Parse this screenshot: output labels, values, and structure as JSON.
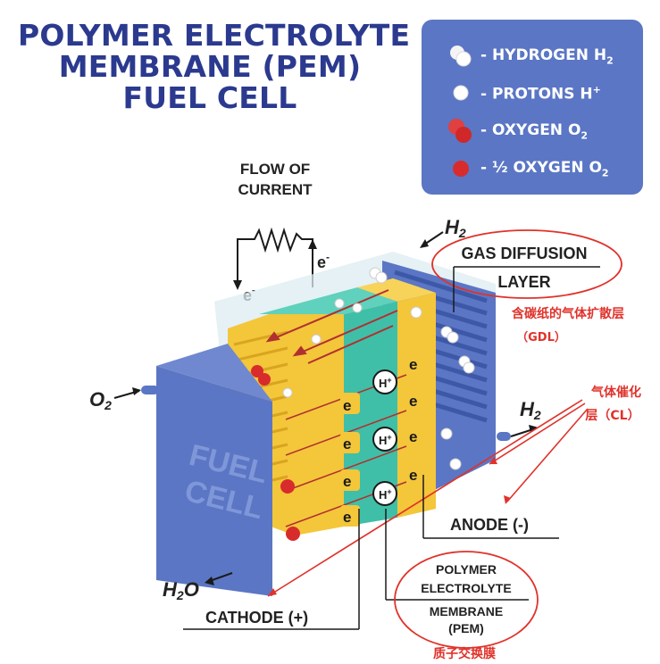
{
  "title": {
    "line1": "POLYMER ELECTROLYTE",
    "line2": "MEMBRANE (PEM)",
    "line3": "FUEL CELL"
  },
  "legend": {
    "hydrogen": "- HYDROGEN H",
    "hydrogen_sub": "2",
    "protons": "- PROTONS H",
    "protons_sup": "+",
    "oxygen": "- OXYGEN O",
    "oxygen_sub": "2",
    "half_oxygen": "- ½ OXYGEN O",
    "half_oxygen_sub": "2"
  },
  "labels": {
    "flow_line1": "FLOW OF",
    "flow_line2": "CURRENT",
    "electron": "e",
    "electron_sup": "-",
    "h2": "H",
    "h2_sub": "2",
    "o2": "O",
    "o2_sub": "2",
    "h2o_h": "H",
    "h2o_sub": "2",
    "h2o_o": "O",
    "gdl_line1": "GAS DIFFUSION",
    "gdl_line2": "LAYER",
    "gdl_cn": "含碳纸的气体扩散层",
    "gdl_cn2": "（GDL）",
    "cl_cn1": "气体催化",
    "cl_cn2": "层（CL）",
    "anode": "ANODE (-)",
    "cathode": "CATHODE (+)",
    "pem_line1": "POLYMER",
    "pem_line2": "ELECTROLYTE",
    "pem_line3": "MEMBRANE",
    "pem_line4": "(PEM)",
    "pem_cn": "质子交换膜",
    "fuel": "FUEL",
    "cell": "CELL",
    "proton_label": "H",
    "proton_sup": "+"
  },
  "colors": {
    "title": "#2b3a8f",
    "legend_bg": "#5b76c4",
    "fuel_cell_blue": "#5b76c4",
    "yellow_layer": "#f4c63a",
    "teal_layer": "#3fbfa8",
    "annotation_red": "#e0322b"
  }
}
